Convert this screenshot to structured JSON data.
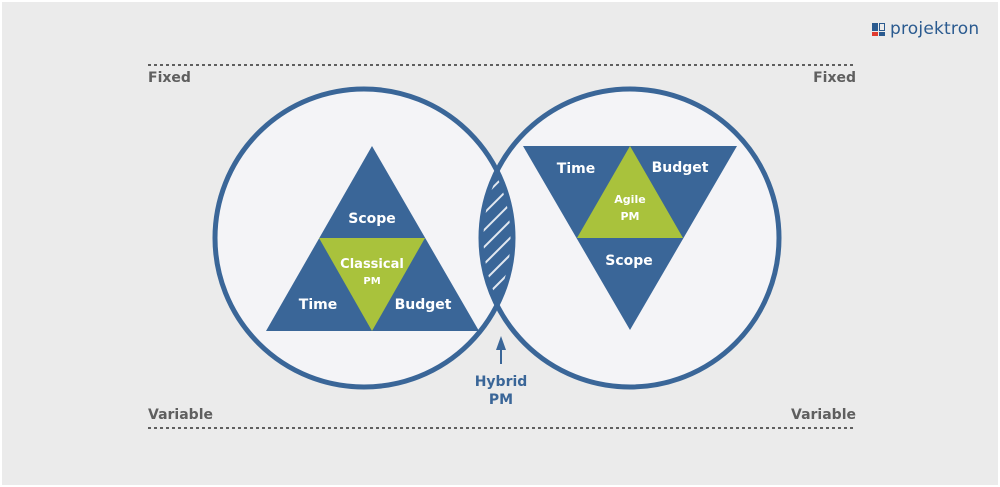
{
  "brand": {
    "name": "projektron"
  },
  "axis": {
    "top_left": "Fixed",
    "top_right": "Fixed",
    "bottom_left": "Variable",
    "bottom_right": "Variable"
  },
  "classical": {
    "top": "Scope",
    "bottom_left": "Time",
    "bottom_right": "Budget",
    "center_line1": "Classical",
    "center_line2": "PM"
  },
  "agile": {
    "top_left": "Time",
    "top_right": "Budget",
    "bottom": "Scope",
    "center_line1": "Agile",
    "center_line2": "PM"
  },
  "hybrid": {
    "line1": "Hybrid",
    "line2": "PM"
  },
  "colors": {
    "background": "#ebebeb",
    "circle_fill": "#f4f4f7",
    "blue": "#3a6698",
    "green": "#a9c23c",
    "label_gray": "#5f5f5f",
    "accent_red": "#e03a2e"
  }
}
